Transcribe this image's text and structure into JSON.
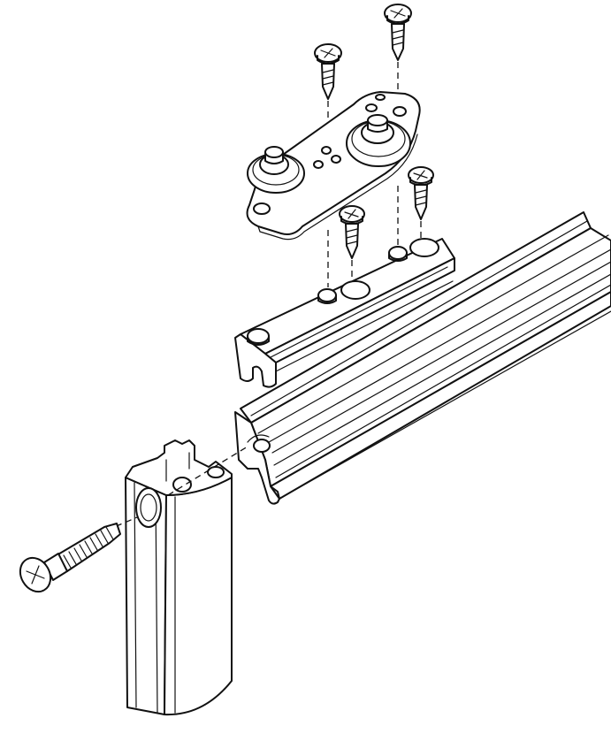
{
  "diagram": {
    "components": [
      {
        "id": "screw-top-left",
        "icon": "phillips-screw-icon"
      },
      {
        "id": "screw-top-right",
        "icon": "phillips-screw-icon"
      },
      {
        "id": "screw-mid-left",
        "icon": "phillips-screw-icon"
      },
      {
        "id": "screw-mid-right",
        "icon": "phillips-screw-icon"
      },
      {
        "id": "roller-carriage",
        "icon": "roller-carriage-icon"
      },
      {
        "id": "mounting-bracket",
        "icon": "bracket-icon"
      },
      {
        "id": "aluminium-rail",
        "icon": "rail-profile-icon"
      },
      {
        "id": "end-cap-profile",
        "icon": "end-profile-icon"
      },
      {
        "id": "end-screw",
        "icon": "threaded-screw-icon"
      }
    ],
    "line_color": "#111111",
    "background": "#ffffff"
  }
}
